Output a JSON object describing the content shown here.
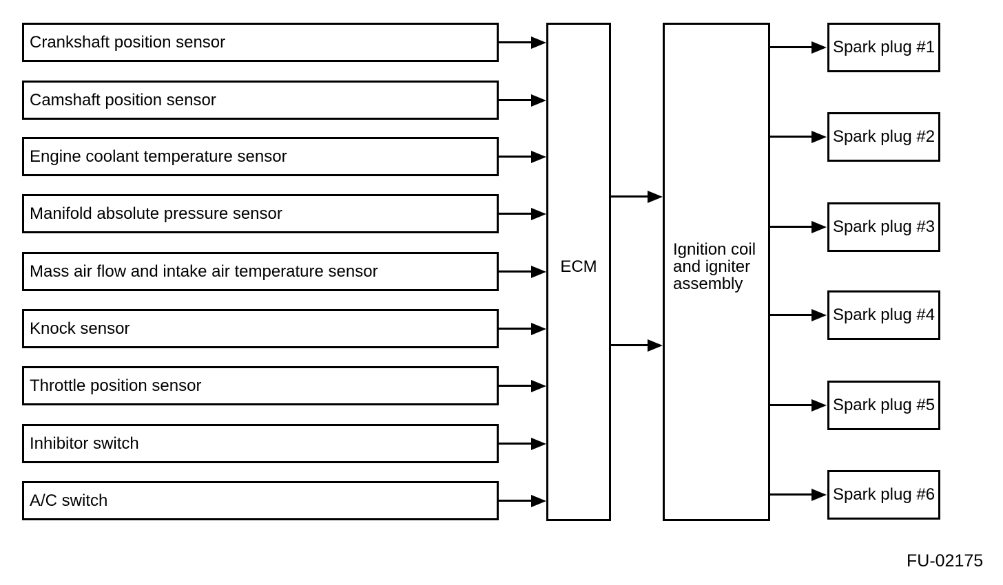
{
  "diagram": {
    "sensors": [
      {
        "label": "Crankshaft position sensor"
      },
      {
        "label": "Camshaft position sensor"
      },
      {
        "label": "Engine coolant temperature sensor"
      },
      {
        "label": "Manifold absolute pressure sensor"
      },
      {
        "label": "Mass air flow and intake air temperature sensor"
      },
      {
        "label": "Knock sensor"
      },
      {
        "label": "Throttle position sensor"
      },
      {
        "label": "Inhibitor switch"
      },
      {
        "label": "A/C switch"
      }
    ],
    "ecm": {
      "label": "ECM"
    },
    "ignition_assembly": {
      "lines": [
        "Ignition coil",
        "and igniter",
        "assembly"
      ]
    },
    "spark_plugs": [
      {
        "label": "Spark plug #1"
      },
      {
        "label": "Spark plug #2"
      },
      {
        "label": "Spark plug #3"
      },
      {
        "label": "Spark plug #4"
      },
      {
        "label": "Spark plug #5"
      },
      {
        "label": "Spark plug #6"
      }
    ],
    "figure_code": "FU-02175",
    "connections": {
      "sensors_to_ecm": 9,
      "ecm_to_ignition_assembly": 2,
      "ignition_assembly_to_spark_plugs": 6
    },
    "colors": {
      "line": "#000000",
      "background": "#ffffff"
    }
  }
}
